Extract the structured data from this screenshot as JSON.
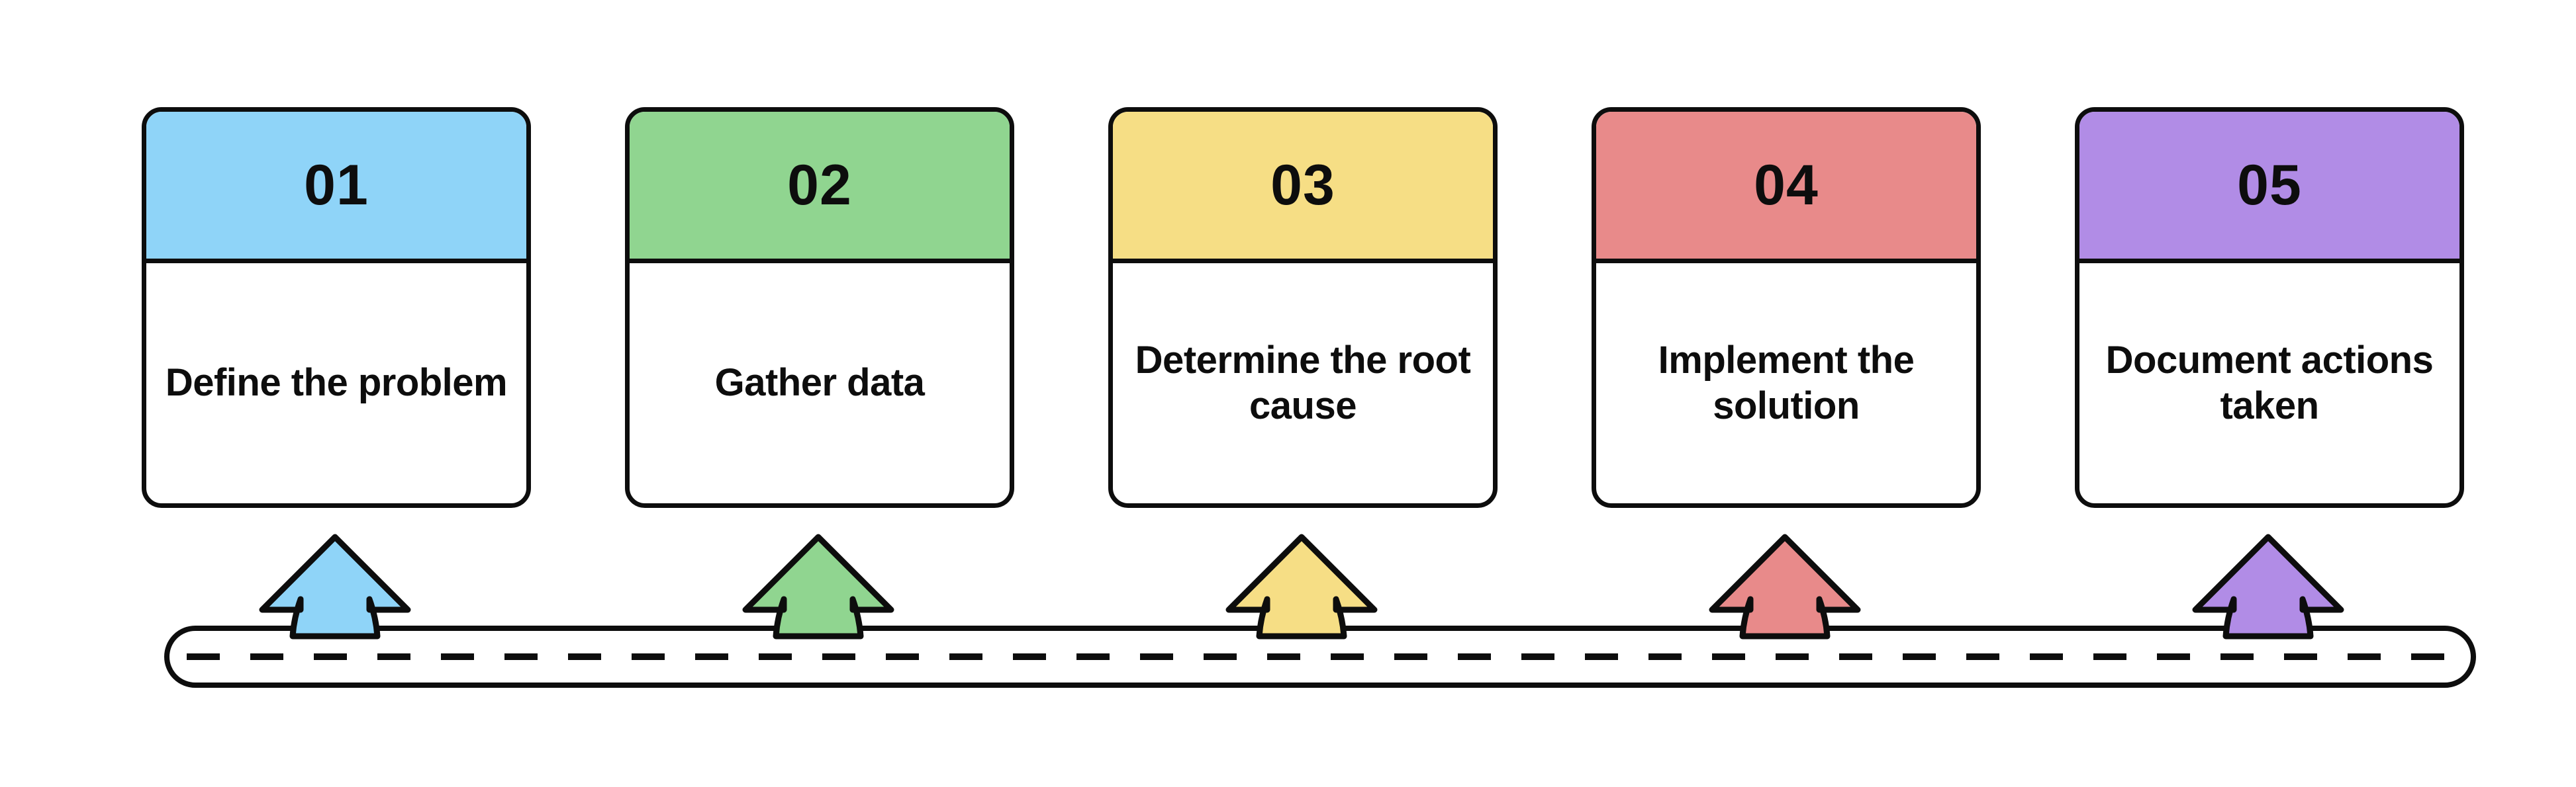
{
  "diagram": {
    "type": "5-step road process diagram",
    "background_color": "#ffffff",
    "outline_color": "#0d0d0d"
  },
  "steps": [
    {
      "number": "01",
      "label": "Define the problem",
      "color": "#8FD4F8",
      "marker_color": "#8FD4F8"
    },
    {
      "number": "02",
      "label": "Gather data",
      "color": "#90D590",
      "marker_color": "#90D590"
    },
    {
      "number": "03",
      "label": "Determine the root cause",
      "color": "#F6DE85",
      "marker_color": "#F6DE85"
    },
    {
      "number": "04",
      "label": "Implement the solution",
      "color": "#E88A8A",
      "marker_color": "#E88A8A"
    },
    {
      "number": "05",
      "label": "Document actions taken",
      "color": "#B18CE6",
      "marker_color": "#B18CE6"
    }
  ],
  "road": {
    "fill": "#ffffff",
    "stroke": "#0d0d0d",
    "dash_color": "#0d0d0d"
  }
}
